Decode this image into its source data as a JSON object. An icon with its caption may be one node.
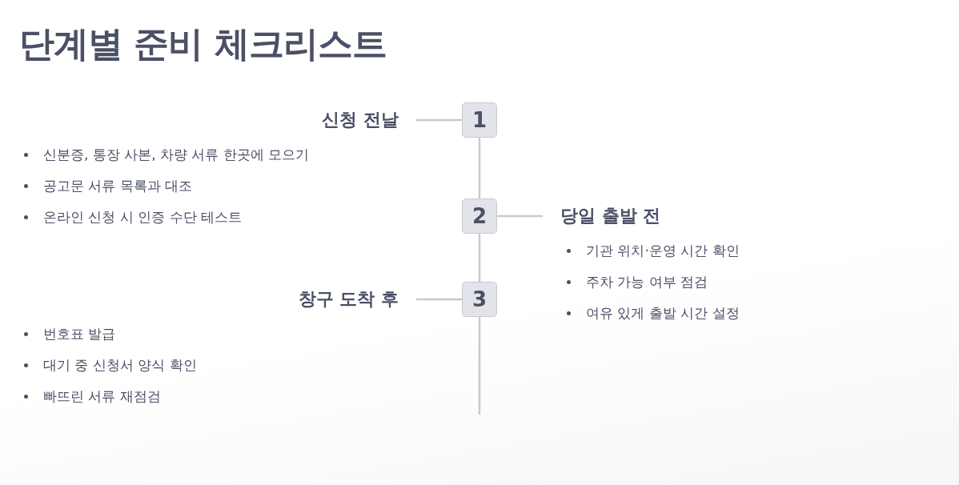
{
  "diagram": {
    "title": "단계별 준비 체크리스트",
    "nodes": [
      {
        "text": [
          "신청 전날"
        ],
        "beside": [
          "신분증, 통장 사본, 차량 서류 한곳에 모으기",
          "공고문 서류 목록과 대조",
          "온라인 신청 시 인증 수단 테스트"
        ]
      },
      {
        "text": [
          "1"
        ]
      },
      {
        "text": [
          "2"
        ]
      },
      {
        "text": [
          "당일 출발 전"
        ],
        "beside": [
          "기관 위치·운영 시간 확인",
          "주차 가능 여부 점검",
          "여유 있게 출발 시간 설정"
        ]
      },
      {
        "text": [
          "창구 도착 후"
        ],
        "beside": [
          "번호표 발급",
          "대기 중 신청서 양식 확인",
          "빠뜨린 서류 재점검"
        ]
      },
      {
        "text": [
          "3"
        ]
      }
    ],
    "edges": [
      {
        "from": 0,
        "to": 1,
        "arrow": "none"
      },
      {
        "from": 1,
        "to": 2,
        "arrow": "none"
      },
      {
        "from": 2,
        "to": 3,
        "arrow": "none"
      },
      {
        "from": 2,
        "to": 5,
        "arrow": "none"
      },
      {
        "from": 5,
        "to": 4,
        "arrow": "none"
      },
      {
        "from": 5,
        "to": null,
        "arrow": "none"
      }
    ]
  }
}
